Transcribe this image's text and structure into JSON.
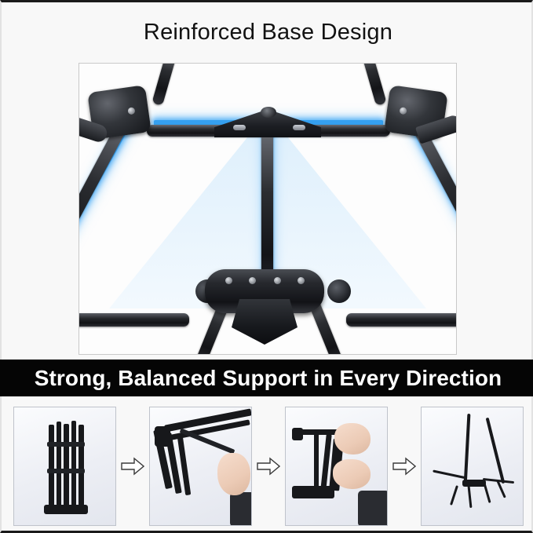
{
  "title": "Reinforced Base Design",
  "banner": {
    "text": "Strong, Balanced Support in Every Direction"
  },
  "hero": {
    "alt": "Close-up of tripod stand reinforced base with blue highlighted triangular brace structure",
    "highlight_color": "#35a0f0",
    "fill_color": "#dbeefc",
    "frame_border_color": "#c9c9c9"
  },
  "steps": [
    {
      "alt": "Folded stand standing upright, collapsed"
    },
    {
      "alt": "Hand pulling out the folded legs of the stand"
    },
    {
      "alt": "Hands extending the central column of the stand"
    },
    {
      "alt": "Fully assembled stand set up on surface"
    }
  ],
  "arrows": [
    {
      "name": "step-arrow-1"
    },
    {
      "name": "step-arrow-2"
    },
    {
      "name": "step-arrow-3"
    }
  ],
  "colors": {
    "background": "#f8f8f8",
    "banner_bg": "#050505",
    "banner_text": "#ffffff",
    "title_text": "#121212",
    "tube_dark": "#131417"
  }
}
